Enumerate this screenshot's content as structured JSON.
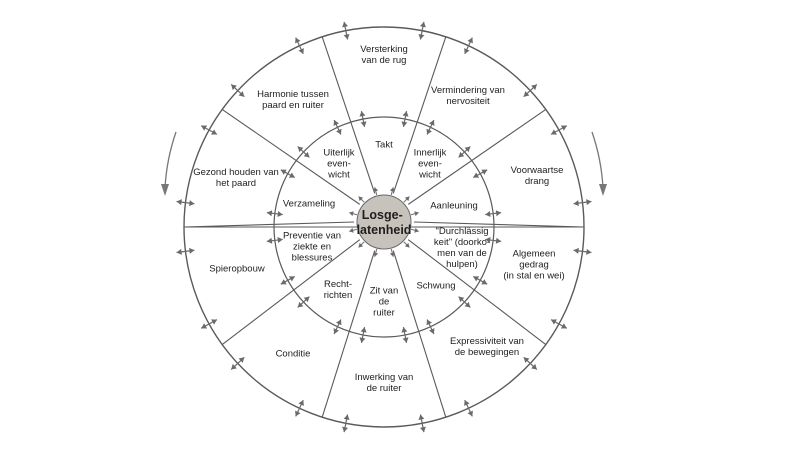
{
  "center": {
    "lines": [
      "Losge-",
      "latenheid"
    ]
  },
  "inner_ring": [
    {
      "name": "takt",
      "lines": [
        "Takt"
      ]
    },
    {
      "name": "innerlijk-evenwicht",
      "lines": [
        "Innerlijk",
        "even-",
        "wicht"
      ]
    },
    {
      "name": "aanleuning",
      "lines": [
        "Aanleuning"
      ]
    },
    {
      "name": "durchlassigkeit",
      "lines": [
        "\"Durchlässig",
        "keit\" (doorko-",
        "men van de",
        "hulpen)"
      ]
    },
    {
      "name": "schwung",
      "lines": [
        "Schwung"
      ]
    },
    {
      "name": "zit-van-de-ruiter",
      "lines": [
        "Zit van",
        "de",
        "ruiter"
      ]
    },
    {
      "name": "rechtrichten",
      "lines": [
        "Recht-",
        "richten"
      ]
    },
    {
      "name": "preventie",
      "lines": [
        "Preventie van",
        "ziekte en",
        "blessures"
      ]
    },
    {
      "name": "verzameling",
      "lines": [
        "Verzameling"
      ]
    },
    {
      "name": "uiterlijk-evenwicht",
      "lines": [
        "Uiterlijk",
        "even-",
        "wicht"
      ]
    }
  ],
  "outer_ring": [
    {
      "name": "versterking-van-de-rug",
      "lines": [
        "Versterking",
        "van de rug"
      ]
    },
    {
      "name": "vermindering-van-nervositeit",
      "lines": [
        "Vermindering van",
        "nervositeit"
      ]
    },
    {
      "name": "voorwaartse-drang",
      "lines": [
        "Voorwaartse",
        "drang"
      ]
    },
    {
      "name": "algemeen-gedrag",
      "lines": [
        "Algemeen",
        "gedrag",
        "(in stal en wei)"
      ]
    },
    {
      "name": "expressiviteit",
      "lines": [
        "Expressiviteit van",
        "de bewegingen"
      ]
    },
    {
      "name": "inwerking-van-de-ruiter",
      "lines": [
        "Inwerking van",
        "de ruiter"
      ]
    },
    {
      "name": "conditie",
      "lines": [
        "Conditie"
      ]
    },
    {
      "name": "spieropbouw",
      "lines": [
        "Spieropbouw"
      ]
    },
    {
      "name": "gezond-houden",
      "lines": [
        "Gezond houden van",
        "het paard"
      ]
    },
    {
      "name": "harmonie",
      "lines": [
        "Harmonie tussen",
        "paard en ruiter"
      ]
    }
  ],
  "colors": {
    "line": "#5a5a5a",
    "center_fill": "#c8c2bc",
    "arrow": "#6a6a6a"
  }
}
